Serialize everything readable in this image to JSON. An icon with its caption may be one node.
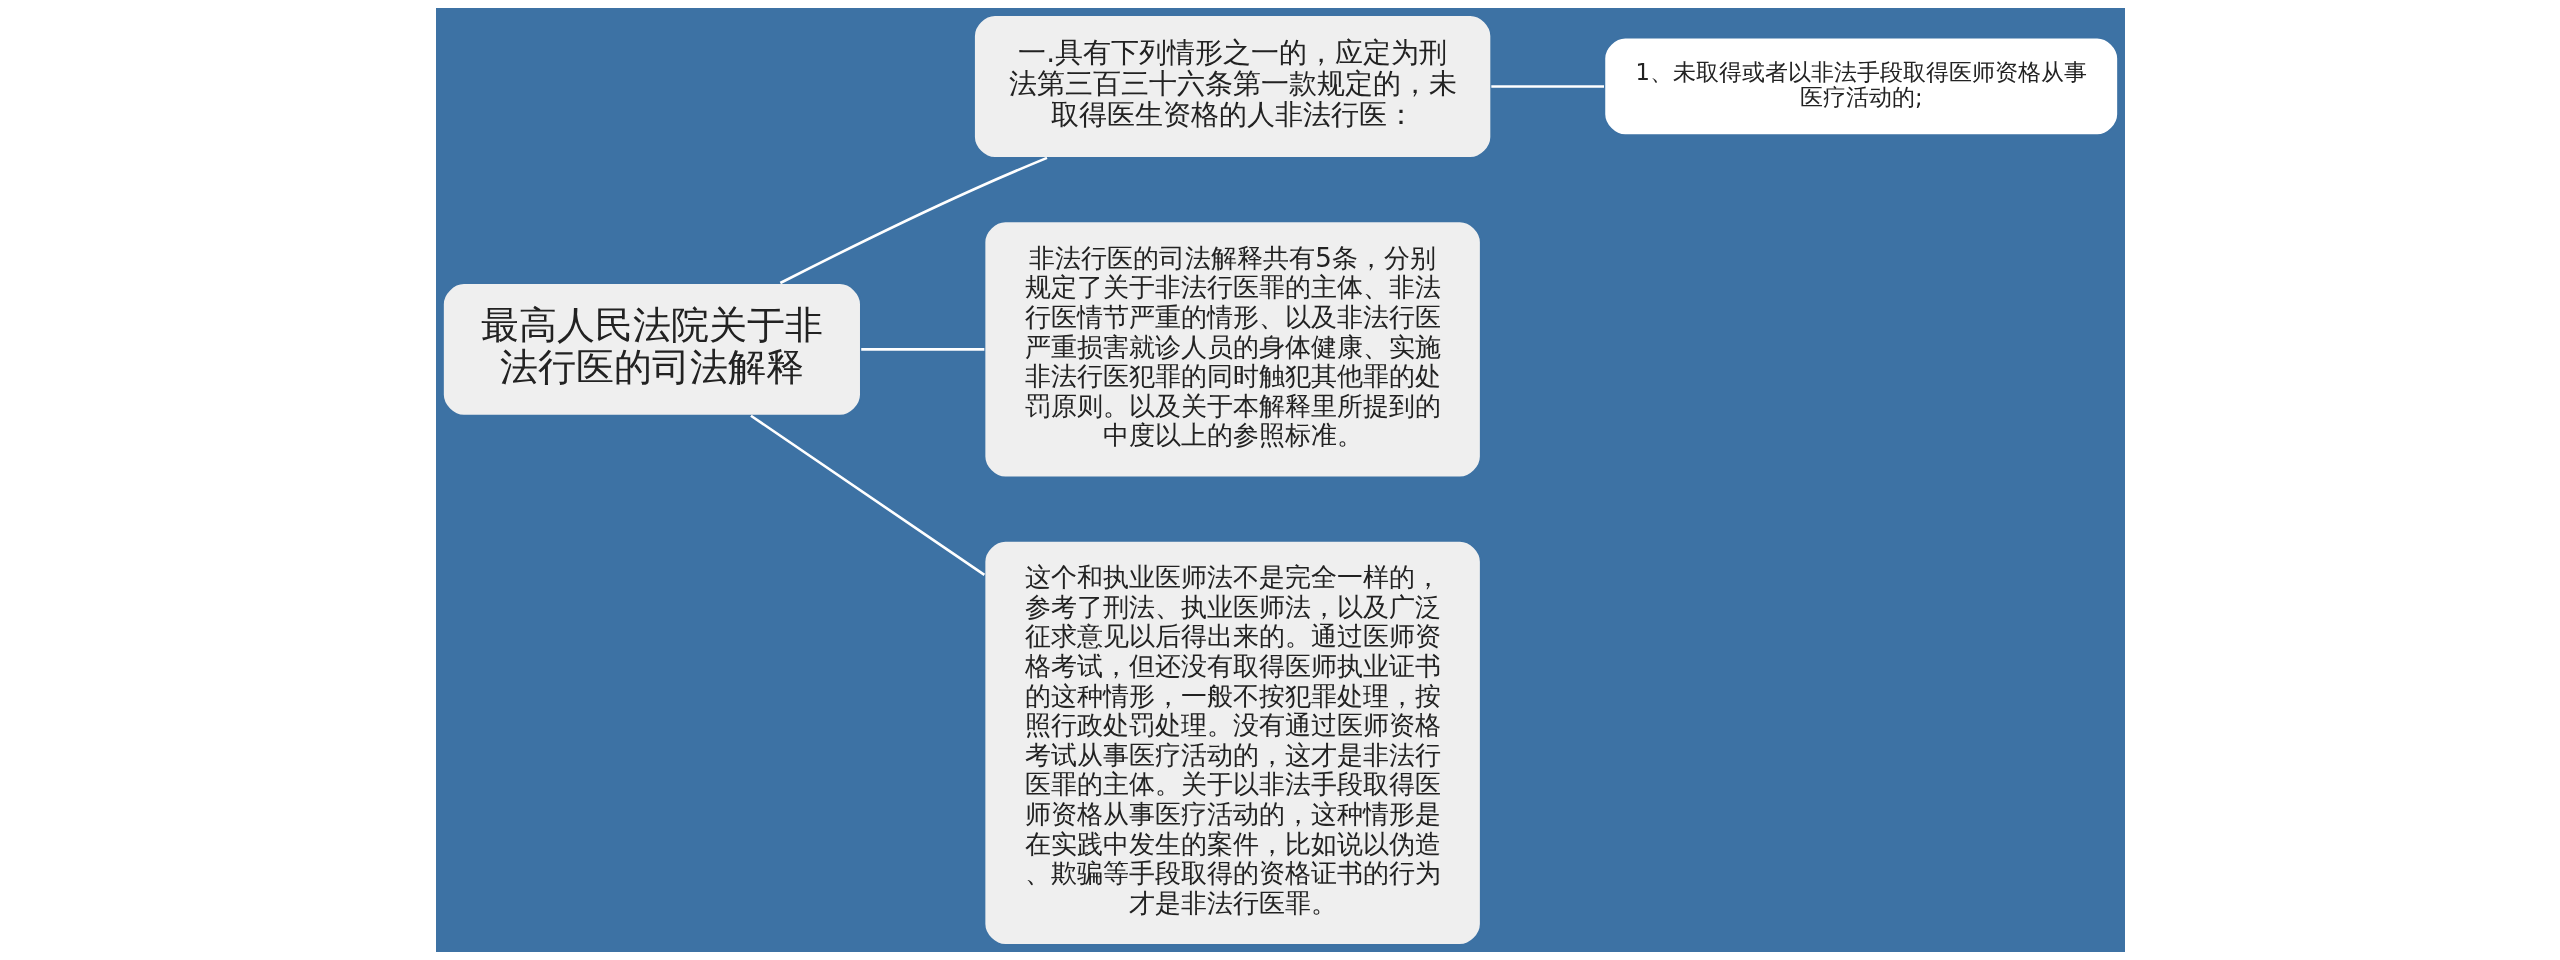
{
  "diagram": {
    "nodes": [
      {
        "text": [
          "最高人民法院关于非法行医的司法解释"
        ]
      },
      {
        "text": [
          "一.具有下列情形之一的，应定为刑法第三百三十六条第一款规定的，未取得医生资格的人非法行医："
        ]
      },
      {
        "text": [
          "1、未取得或者以非法手段取得医师资格从事医疗活动的;"
        ]
      },
      {
        "text": [
          "非法行医的司法解释共有5条，分别规定了关于非法行医罪的主体、非法行医情节严重的情形、以及非法行医严重损害就诊人员的身体健康、实施非法行医犯罪的同时触犯其他罪的处罚原则。以及关于本解释里所提到的中度以上的参照标准。"
        ]
      },
      {
        "text": [
          "这个和执业医师法不是完全一样的，参考了刑法、执业医师法，以及广泛征求意见以后得出来的。通过医师资格考试，但还没有取得医师执业证书的这种情形，一般不按犯罪处理，按照行政处罚处理。没有通过医师资格考试从事医疗活动的，这才是非法行医罪的主体。关于以非法手段取得医师资格从事医疗活动的，这种情形是在实践中发生的案件，比如说以伪造、欺骗等手段取得的资格证书的行为才是非法行医罪。"
        ]
      }
    ],
    "edges": [
      {
        "from": 0,
        "to": 1,
        "arrow": "none"
      },
      {
        "from": 1,
        "to": 2,
        "arrow": "none"
      },
      {
        "from": 0,
        "to": 3,
        "arrow": "none"
      },
      {
        "from": 0,
        "to": 4,
        "arrow": "none"
      }
    ]
  }
}
